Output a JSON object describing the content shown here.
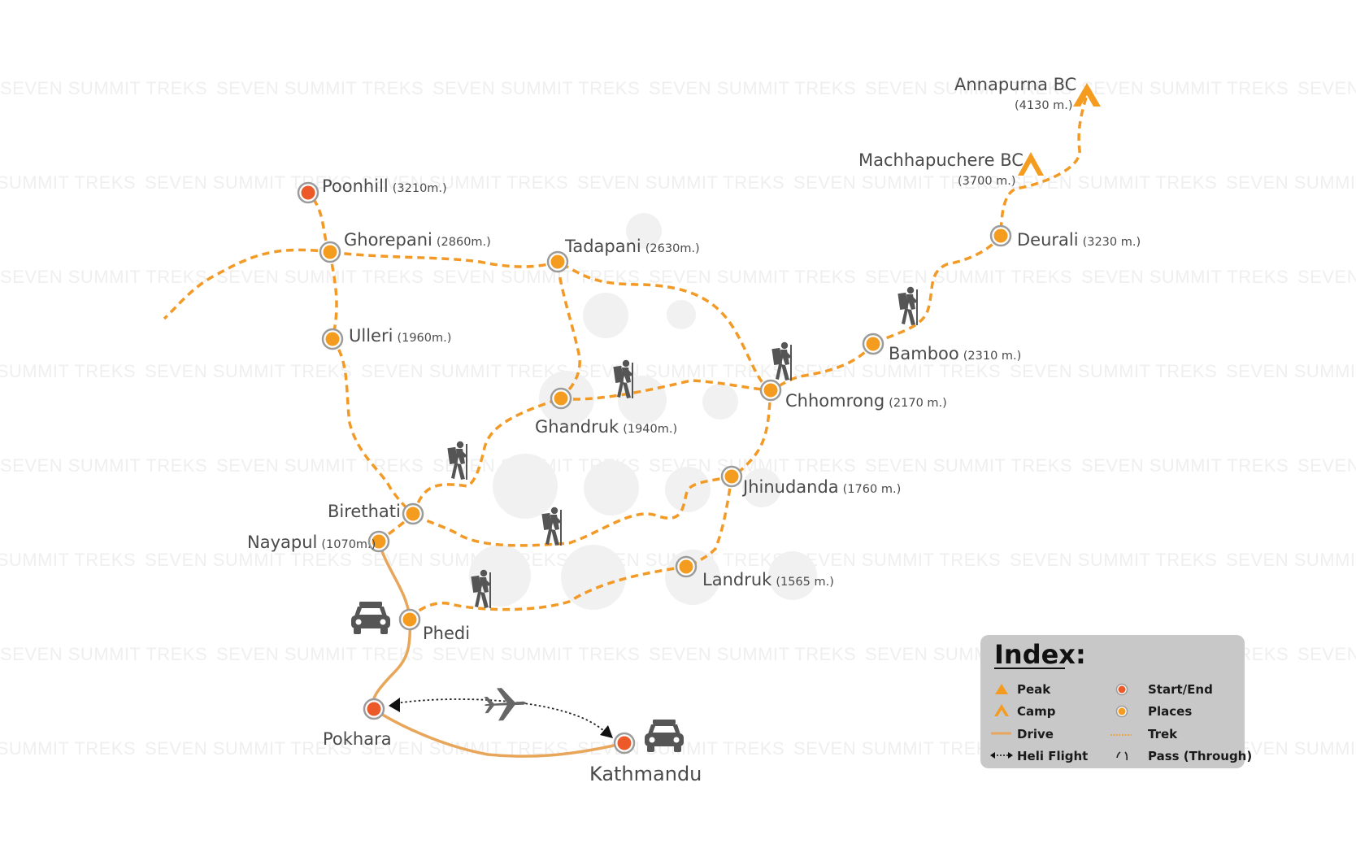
{
  "watermark": "SEVEN SUMMIT TREKS",
  "colors": {
    "orange": "#f49c1f",
    "trek": "#f29a25",
    "drive": "#e8a65b",
    "start": "#ec5a2a",
    "ring": "#9b9b9b",
    "icon": "#555555",
    "legend_bg": "#c8c8c8"
  },
  "places": {
    "annapurna": {
      "name": "Annapurna BC",
      "alt": "(4130 m.)"
    },
    "machhapuchere": {
      "name": "Machhapuchere BC",
      "alt": "(3700 m.)"
    },
    "poonhill": {
      "name": "Poonhill",
      "alt": "(3210m.)"
    },
    "ghorepani": {
      "name": "Ghorepani",
      "alt": "(2860m.)"
    },
    "tadapani": {
      "name": "Tadapani",
      "alt": "(2630m.)"
    },
    "deurali": {
      "name": "Deurali",
      "alt": "(3230 m.)"
    },
    "ulleri": {
      "name": "Ulleri",
      "alt": "(1960m.)"
    },
    "bamboo": {
      "name": "Bamboo",
      "alt": "(2310 m.)"
    },
    "chhomrong": {
      "name": "Chhomrong",
      "alt": "(2170 m.)"
    },
    "ghandruk": {
      "name": "Ghandruk",
      "alt": "(1940m.)"
    },
    "jhinudanda": {
      "name": "Jhinudanda",
      "alt": "(1760 m.)"
    },
    "birethati": {
      "name": "Birethati"
    },
    "nayapul": {
      "name": "Nayapul",
      "alt": "(1070m.)"
    },
    "landruk": {
      "name": "Landruk",
      "alt": "(1565 m.)"
    },
    "phedi": {
      "name": "Phedi"
    },
    "pokhara": {
      "name": "Pokhara"
    },
    "kathmandu": {
      "name": "Kathmandu"
    }
  },
  "legend": {
    "title": "Index:",
    "peak": "Peak",
    "camp": "Camp",
    "drive": "Drive",
    "heli": "Heli Flight",
    "start_end": "Start/End",
    "places": "Places",
    "trek": "Trek",
    "pass": "Pass (Through)"
  }
}
